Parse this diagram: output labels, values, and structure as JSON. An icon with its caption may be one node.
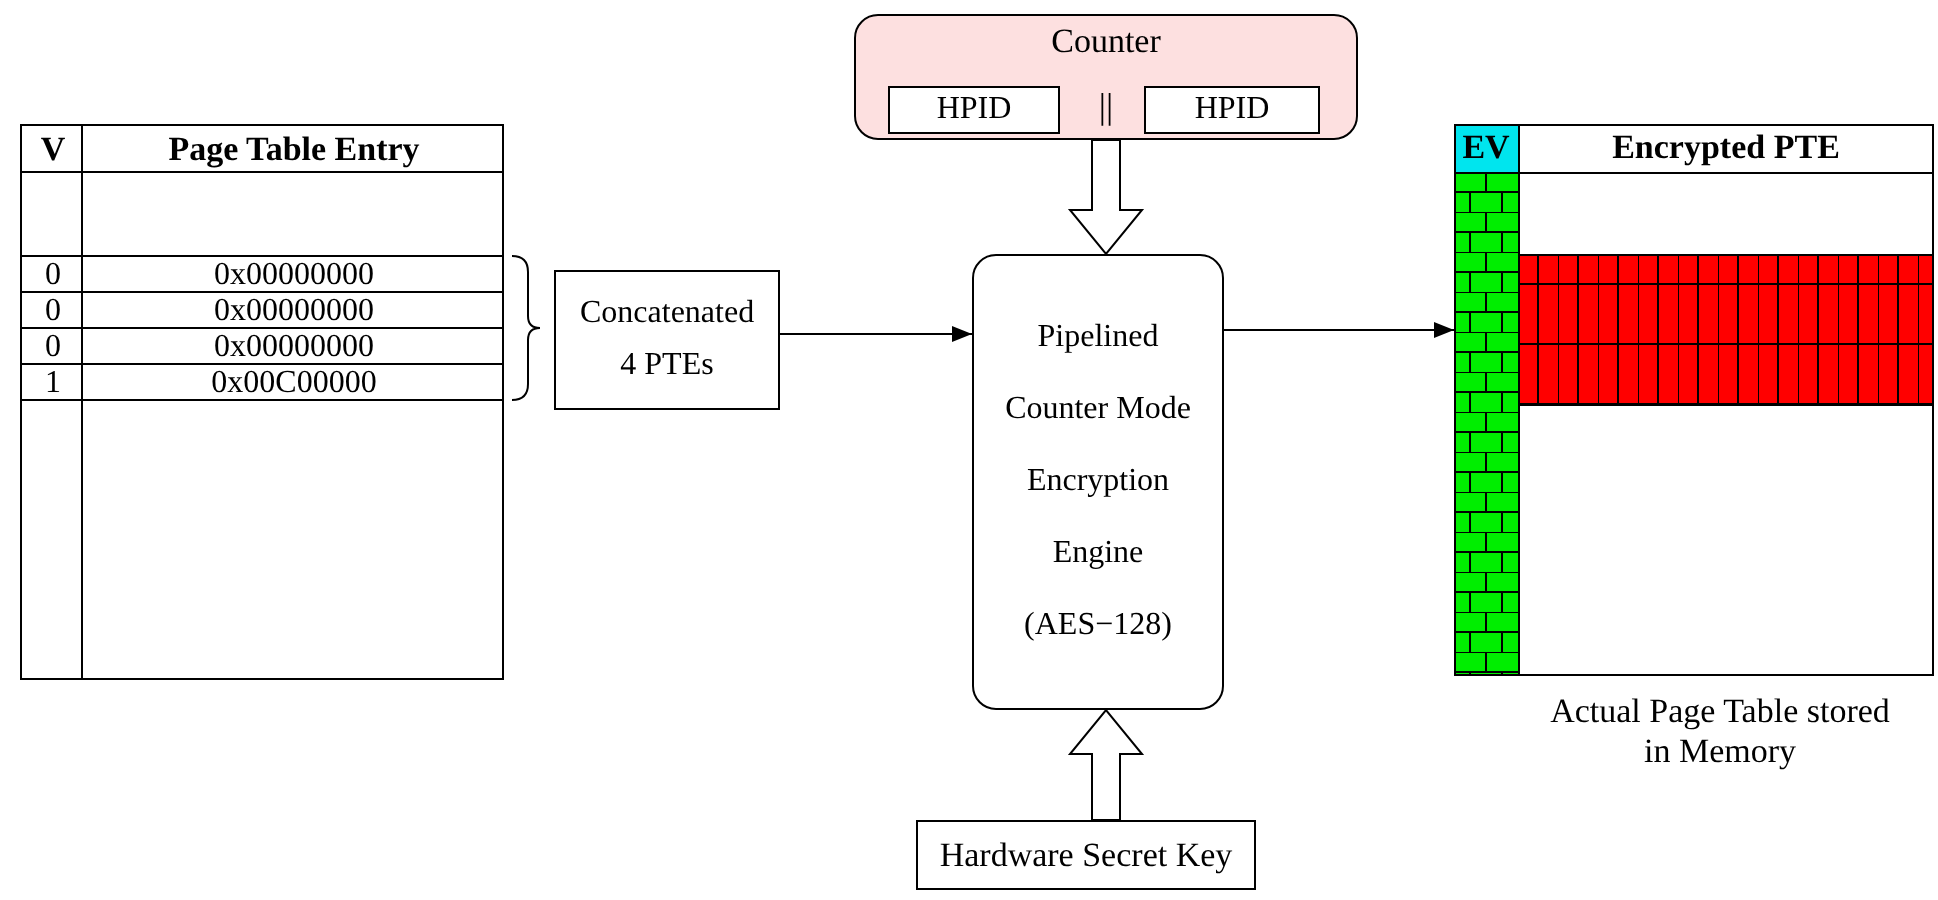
{
  "diagram": {
    "nodes": [
      {
        "text": [
          "V",
          "Page Table Entry",
          "0",
          "0x00000000",
          "0",
          "0x00000000",
          "0",
          "0x00000000",
          "1",
          "0x00C00000"
        ]
      },
      {
        "text": [
          "Counter",
          "||"
        ]
      },
      {
        "text": [
          "HPID"
        ],
        "in": 1
      },
      {
        "text": [
          "HPID"
        ],
        "in": 1
      },
      {
        "text": [
          "Concatenated 4 PTEs"
        ]
      },
      {
        "text": [
          "Pipelined Counter Mode Encryption Engine (AES−128)"
        ]
      },
      {
        "text": [
          "Hardware Secret Key"
        ]
      },
      {
        "text": [
          "EV",
          "Encrypted PTE"
        ],
        "beside": [
          "Actual Page Table stored in Memory"
        ]
      }
    ],
    "edges": [
      {
        "from": 4,
        "to": 5,
        "arrow": "to"
      },
      {
        "from": 1,
        "to": 5,
        "arrow": "to",
        "style": "thick"
      },
      {
        "from": 6,
        "to": 5,
        "arrow": "to",
        "style": "thick"
      },
      {
        "from": 5,
        "to": 7,
        "arrow": "to"
      }
    ]
  }
}
